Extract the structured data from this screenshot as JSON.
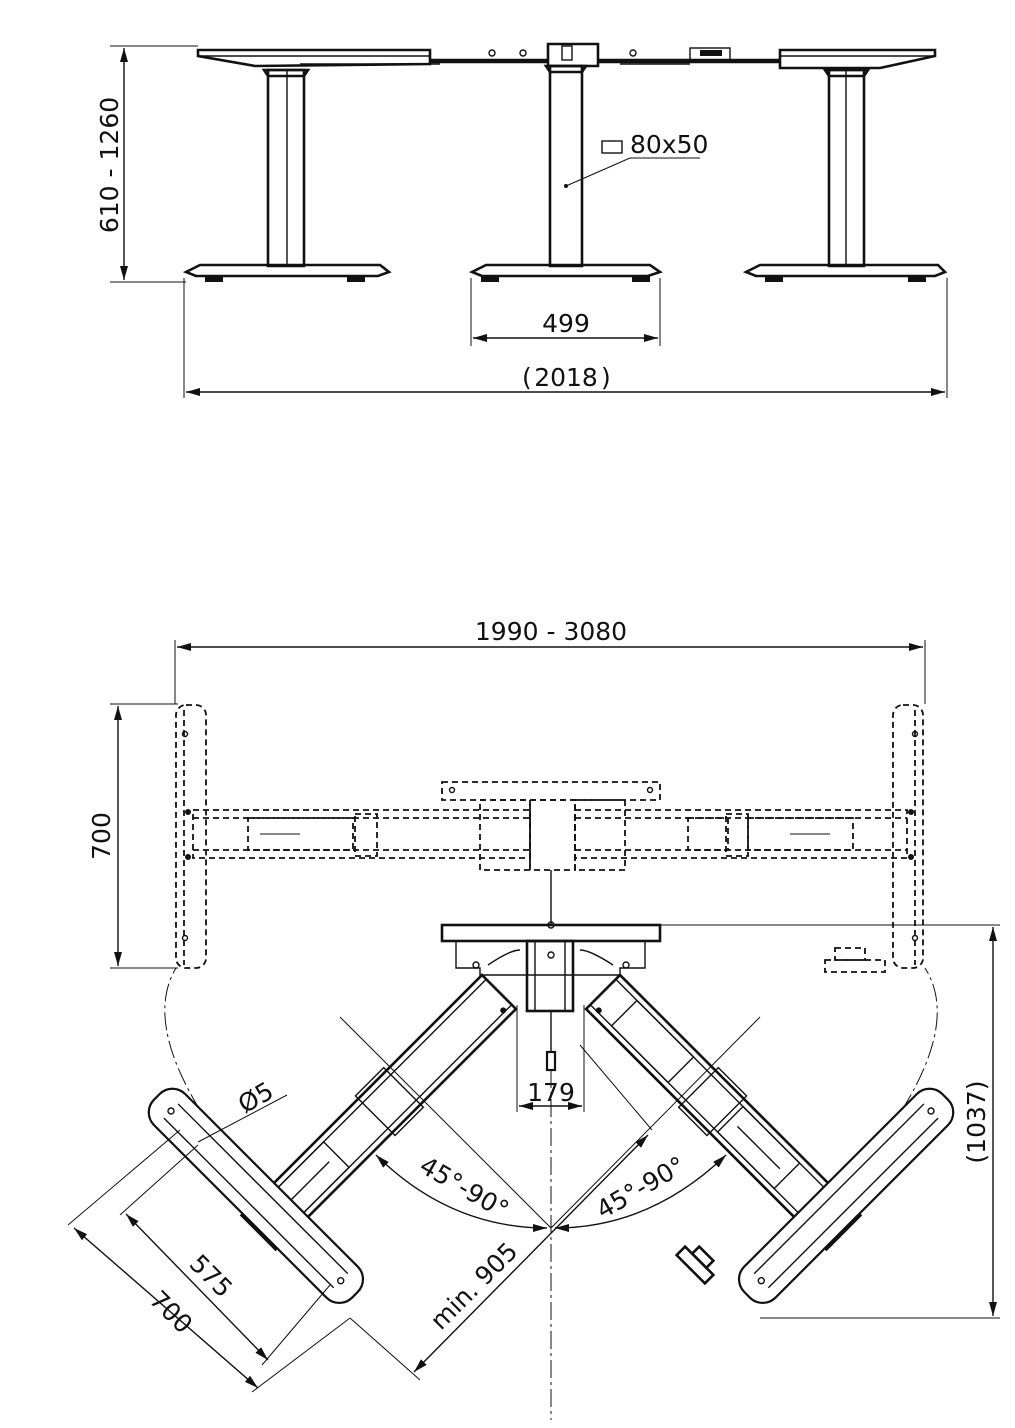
{
  "side_view": {
    "height_dim": "610 - 1260",
    "profile_label": "80x50",
    "foot_dim": "499",
    "width_dim": "2018"
  },
  "top_view": {
    "width_dim": "1990 - 3080",
    "depth_dim": "700",
    "right_dim": "1037",
    "center_dim": "179",
    "angle_left": "45°-90°",
    "angle_right": "45°-90°",
    "min_dim": "min. 905",
    "hole_dim": "Ø5",
    "foot_inner_dim": "575",
    "foot_outer_dim": "700"
  }
}
